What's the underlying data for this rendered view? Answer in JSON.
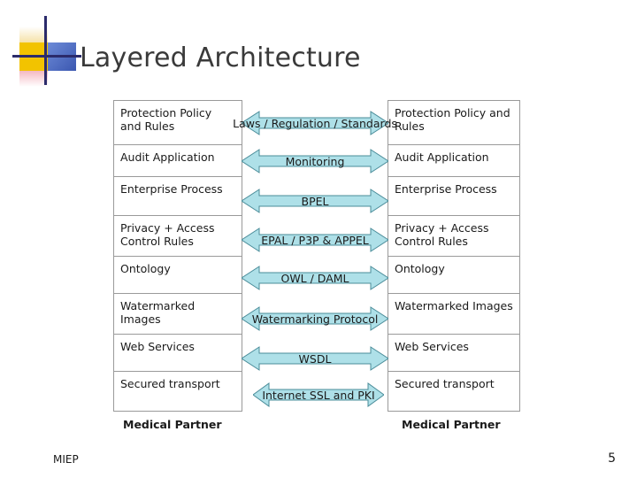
{
  "slide": {
    "title": "Layered Architecture",
    "footer_id": "MIEP",
    "page_number": "5"
  },
  "left_column": {
    "footer": "Medical Partner",
    "cells": [
      "Protection Policy and Rules",
      "Audit Application",
      "Enterprise Process",
      "Privacy + Access Control Rules",
      "Ontology",
      "Watermarked Images",
      "Web Services",
      "Secured transport"
    ]
  },
  "right_column": {
    "footer": "Medical Partner",
    "cells": [
      "Protection Policy and Rules",
      "Audit Application",
      "Enterprise Process",
      "Privacy + Access Control Rules",
      "Ontology",
      "Watermarked Images",
      "Web Services",
      "Secured transport"
    ]
  },
  "connectors": [
    "Laws / Regulation / Standards",
    "Monitoring",
    "BPEL",
    "EPAL / P3P & APPEL",
    "OWL / DAML",
    "Watermarking Protocol",
    "WSDL",
    "Internet SSL and PKI"
  ],
  "colors": {
    "arrow_fill": "#aee0e8",
    "arrow_stroke": "#4a8c99",
    "box_border": "#9a9a9a",
    "title": "#3a3a3a",
    "logo_yellow": "#f2c300",
    "logo_blue": "#3b57b0"
  }
}
